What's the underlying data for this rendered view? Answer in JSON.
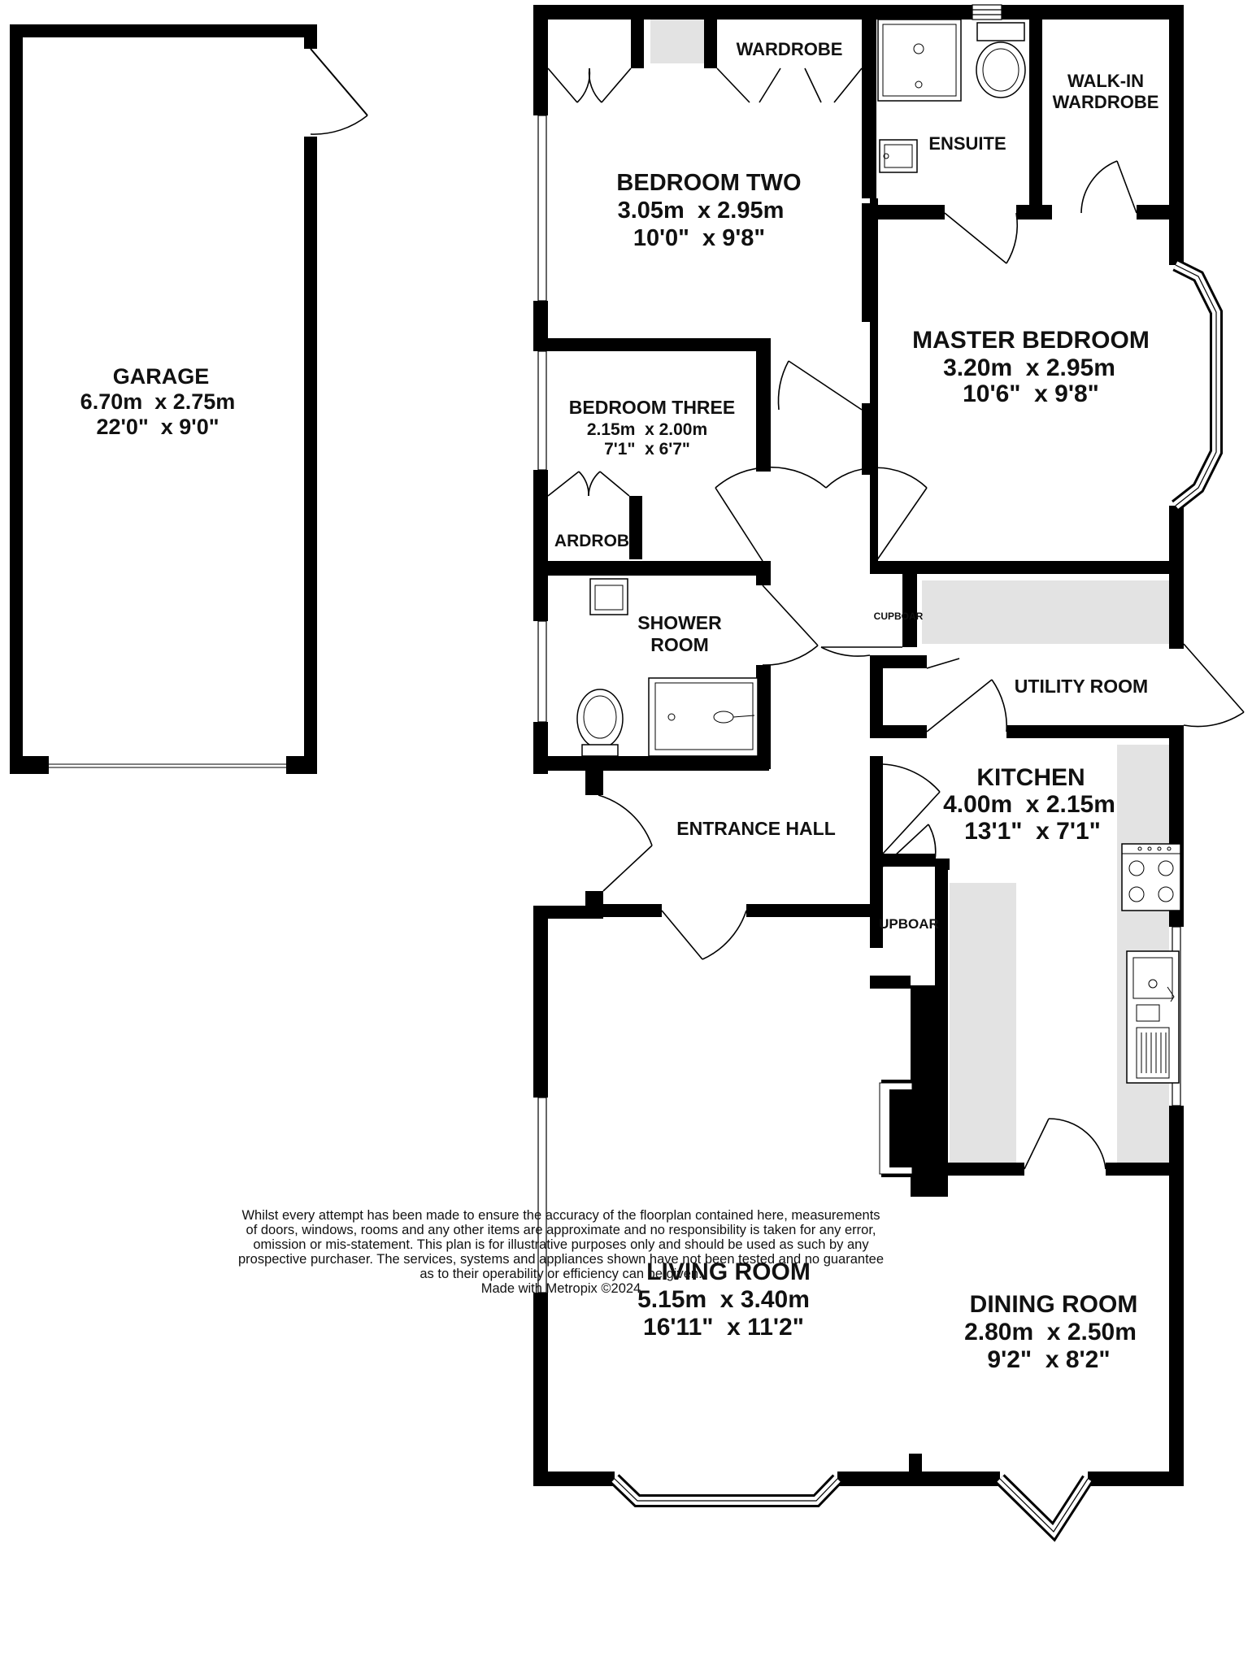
{
  "rooms": {
    "garage": {
      "name": "GARAGE",
      "metric": "6.70m  x 2.75m",
      "imperial": "22'0\"  x 9'0\""
    },
    "bedroom_two": {
      "name": "BEDROOM TWO",
      "metric": "3.05m  x 2.95m",
      "imperial": "10'0\"  x 9'8\""
    },
    "master_bedroom": {
      "name": "MASTER BEDROOM",
      "metric": "3.20m  x 2.95m",
      "imperial": "10'6\"  x 9'8\""
    },
    "bedroom_three": {
      "name": "BEDROOM THREE",
      "metric": "2.15m  x 2.00m",
      "imperial": "7'1\"  x 6'7\""
    },
    "kitchen": {
      "name": "KITCHEN",
      "metric": "4.00m  x 2.15m",
      "imperial": "13'1\"  x 7'1\""
    },
    "living_room": {
      "name": "LIVING ROOM",
      "metric": "5.15m  x 3.40m",
      "imperial": "16'11\"  x 11'2\""
    },
    "dining_room": {
      "name": "DINING ROOM",
      "metric": "2.80m  x 2.50m",
      "imperial": "9'2\"  x 8'2\""
    }
  },
  "labels": {
    "wardrobe_bed2": "WARDROBE",
    "walkin_line1": "WALK-IN",
    "walkin_line2": "WARDROBE",
    "ensuite": "ENSUITE",
    "wardrobe_bed3": "ARDROB",
    "shower_line1": "SHOWER",
    "shower_line2": "ROOM",
    "cupboard_hall": "CUPBOAR",
    "utility_room": "UTILITY ROOM",
    "entrance_hall": "ENTRANCE HALL",
    "cupboard_kitchen": "UPBOAR"
  },
  "disclaimer": [
    "Whilst every attempt has been made to ensure the accuracy of the floorplan contained here, measurements",
    "of doors, windows, rooms and any other items are approximate and no responsibility is taken for any error,",
    "omission or mis-statement. This plan is for illustrative purposes only and should be used as such by any",
    "prospective purchaser. The services, systems and appliances shown have not been tested and no guarantee",
    "as to their operability or efficiency can be given.",
    "Made with Metropix ©2024"
  ],
  "colors": {
    "wall": "#000000",
    "fixture_fill": "#e3e3e3",
    "background": "#ffffff"
  }
}
